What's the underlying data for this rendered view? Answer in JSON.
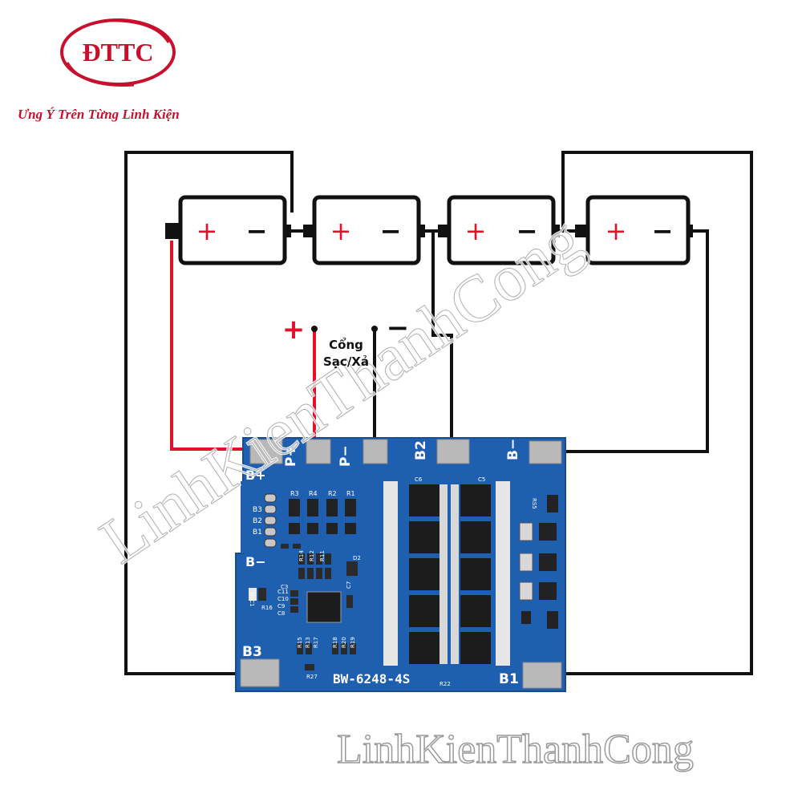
{
  "brand": {
    "logo_text": "ĐTTC",
    "tagline": "Ưng Ý Trên Từng Linh Kiện",
    "watermark_bottom": "LinhKienThanhCong",
    "watermark_diagonal": "LinhKienThanhCong"
  },
  "batteries": [
    {
      "plus": "+",
      "minus": "−"
    },
    {
      "plus": "+",
      "minus": "−"
    },
    {
      "plus": "+",
      "minus": "−"
    },
    {
      "plus": "+",
      "minus": "−"
    }
  ],
  "port": {
    "plus_symbol": "+",
    "minus_symbol": "−",
    "label_line1": "Cổng",
    "label_line2": "Sạc/Xả"
  },
  "board": {
    "model": "BW-6248-4S",
    "pads": {
      "p_plus": "P+",
      "p_minus": "P−",
      "b2": "B2",
      "b_minus": "B−",
      "b3": "B3",
      "b1": "B1"
    },
    "side_labels": {
      "b_plus": "B+",
      "b3": "B3",
      "b2": "B2",
      "b1": "B1",
      "b_minus": "B−"
    },
    "resistors_top": [
      "R3",
      "R4",
      "R2",
      "R1"
    ],
    "misc_labels": [
      "C6",
      "C5",
      "RS5",
      "NTC1",
      "R16",
      "C11",
      "C10",
      "C9",
      "C8",
      "C7",
      "C3",
      "D2",
      "R27",
      "R22",
      "R14",
      "R12",
      "R11",
      "R15",
      "R13",
      "R17",
      "R18",
      "R20",
      "R19"
    ]
  },
  "colors": {
    "brand_red": "#c8102e",
    "wire_black": "#111111",
    "wire_red": "#e3122a",
    "pcb_blue": "#1f5fb0",
    "pad_silver": "#b9b9b9"
  }
}
